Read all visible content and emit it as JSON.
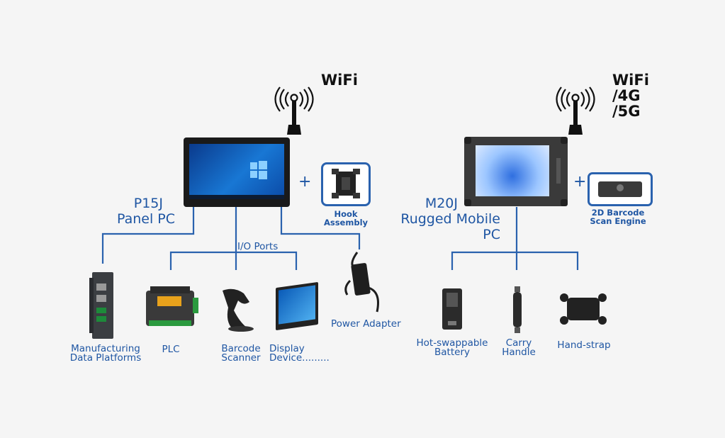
{
  "left_device": {
    "wifi_label": "WiFi",
    "model": "P15J",
    "name": "Panel PC",
    "accessory_label": "Hook Assembly",
    "ports_label": "I/O Ports",
    "power_label": "Power Adapter",
    "items": [
      {
        "label_line1": "Manufacturing",
        "label_line2": "Data Platforms"
      },
      {
        "label_line1": "PLC",
        "label_line2": ""
      },
      {
        "label_line1": "Barcode",
        "label_line2": "Scanner"
      },
      {
        "label_line1": "Display Device.........",
        "label_line2": ""
      }
    ]
  },
  "right_device": {
    "wifi_label_line1": "WiFi",
    "wifi_label_line2": "/4G",
    "wifi_label_line3": "/5G",
    "model": "M20J",
    "name": "Rugged Mobile PC",
    "accessory_line1": "2D Barcode",
    "accessory_line2": "Scan Engine",
    "items": [
      {
        "label_line1": "Hot-swappable",
        "label_line2": "Battery"
      },
      {
        "label_line1": "Carry",
        "label_line2": "Handle"
      },
      {
        "label_line1": "Hand-strap",
        "label_line2": ""
      }
    ]
  },
  "plus_symbol": "+",
  "colors": {
    "line": "#2a62ae",
    "text_blue": "#1f56a3",
    "background": "#f5f5f5"
  }
}
